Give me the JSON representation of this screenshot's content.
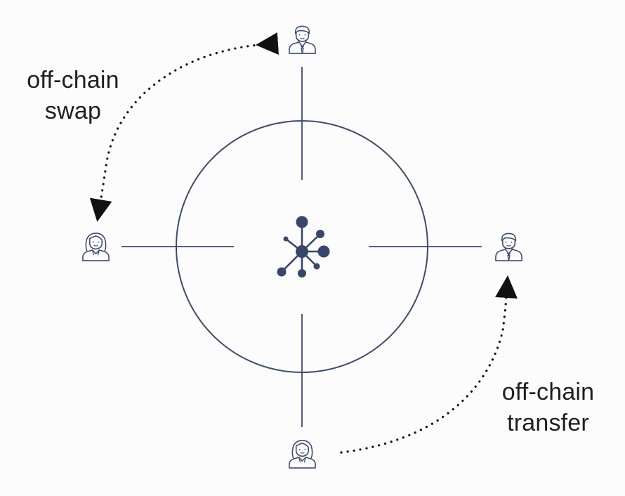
{
  "colors": {
    "background": "#fcfcfc",
    "stroke": "#3d4b6b",
    "node": "#38466a",
    "arrow": "#111111",
    "text": "#1f1f1f"
  },
  "labels": {
    "swap": {
      "line1": "off-chain",
      "line2": "swap"
    },
    "transfer": {
      "line1": "off-chain",
      "line2": "transfer"
    }
  },
  "participants": {
    "top": {
      "icon": "man-user-icon"
    },
    "left": {
      "icon": "woman-user-icon"
    },
    "right": {
      "icon": "man-user-icon"
    },
    "bottom": {
      "icon": "woman-user-icon"
    }
  },
  "hub": {
    "icon": "network-hub-icon"
  }
}
